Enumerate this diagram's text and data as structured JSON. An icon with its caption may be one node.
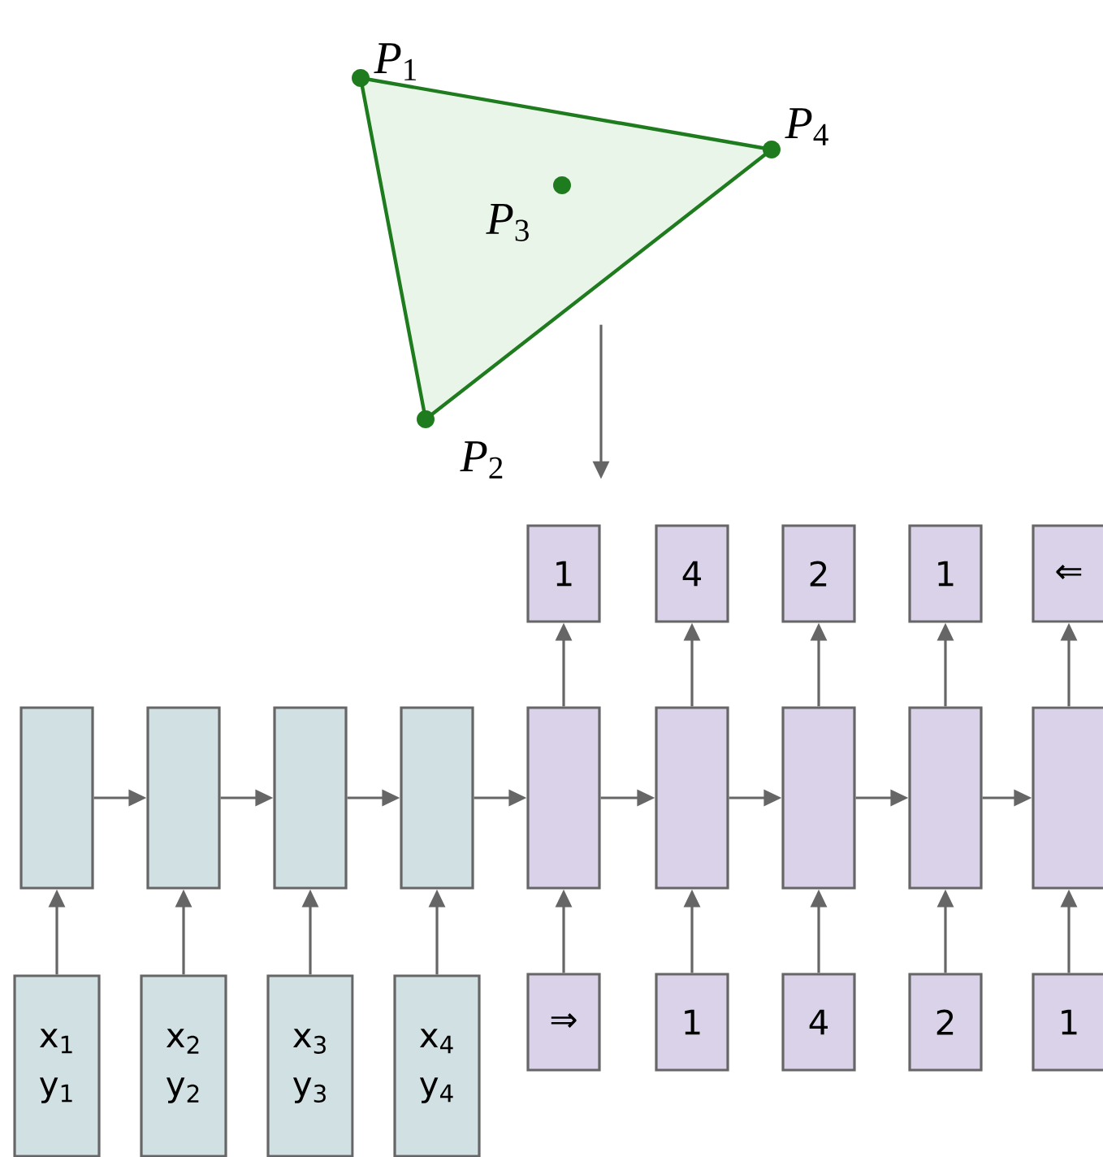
{
  "diagram": {
    "nodes": [
      {
        "text": [
          "*P*$_{3}$"
        ],
        "beside": [
          "*P*$_{1}$",
          "*P*$_{4}$",
          "*P*$_{2}$"
        ]
      },
      {
        "text": [
          "1"
        ]
      },
      {
        "text": [
          "4"
        ]
      },
      {
        "text": [
          "2"
        ]
      },
      {
        "text": [
          "1"
        ]
      },
      {
        "text": [
          "⇐"
        ]
      },
      {
        "text": [],
        "shape": "box"
      },
      {
        "text": [],
        "shape": "box"
      },
      {
        "text": [],
        "shape": "box"
      },
      {
        "text": [],
        "shape": "box"
      },
      {
        "text": [],
        "shape": "box"
      },
      {
        "text": [],
        "shape": "box"
      },
      {
        "text": [],
        "shape": "box"
      },
      {
        "text": [],
        "shape": "box"
      },
      {
        "text": [],
        "shape": "box"
      },
      {
        "text": [
          "x$_{1}$",
          "y$_{1}$"
        ]
      },
      {
        "text": [
          "x$_{2}$",
          "y$_{2}$"
        ]
      },
      {
        "text": [
          "x$_{3}$",
          "y$_{3}$"
        ]
      },
      {
        "text": [
          "x$_{4}$",
          "y$_{4}$"
        ]
      },
      {
        "text": [
          "⇒"
        ]
      },
      {
        "text": [
          "1"
        ]
      },
      {
        "text": [
          "4"
        ]
      },
      {
        "text": [
          "2"
        ]
      },
      {
        "text": [
          "1"
        ]
      }
    ],
    "edges": [
      {
        "from": 0,
        "to": null,
        "arrow": "to"
      },
      {
        "from": 6,
        "to": 7,
        "arrow": "to"
      },
      {
        "from": 7,
        "to": 8,
        "arrow": "to"
      },
      {
        "from": 8,
        "to": 9,
        "arrow": "to"
      },
      {
        "from": 9,
        "to": 10,
        "arrow": "to"
      },
      {
        "from": 10,
        "to": 11,
        "arrow": "to"
      },
      {
        "from": 11,
        "to": 12,
        "arrow": "to"
      },
      {
        "from": 12,
        "to": 13,
        "arrow": "to"
      },
      {
        "from": 13,
        "to": 14,
        "arrow": "to"
      },
      {
        "from": 15,
        "to": 6,
        "arrow": "to"
      },
      {
        "from": 16,
        "to": 7,
        "arrow": "to"
      },
      {
        "from": 17,
        "to": 8,
        "arrow": "to"
      },
      {
        "from": 18,
        "to": 9,
        "arrow": "to"
      },
      {
        "from": 19,
        "to": 10,
        "arrow": "to"
      },
      {
        "from": 20,
        "to": 11,
        "arrow": "to"
      },
      {
        "from": 21,
        "to": 12,
        "arrow": "to"
      },
      {
        "from": 22,
        "to": 13,
        "arrow": "to"
      },
      {
        "from": 23,
        "to": 14,
        "arrow": "to"
      },
      {
        "from": 10,
        "to": 1,
        "arrow": "to"
      },
      {
        "from": 11,
        "to": 2,
        "arrow": "to"
      },
      {
        "from": 12,
        "to": 3,
        "arrow": "to"
      },
      {
        "from": 13,
        "to": 4,
        "arrow": "to"
      },
      {
        "from": 14,
        "to": 5,
        "arrow": "to"
      }
    ]
  }
}
